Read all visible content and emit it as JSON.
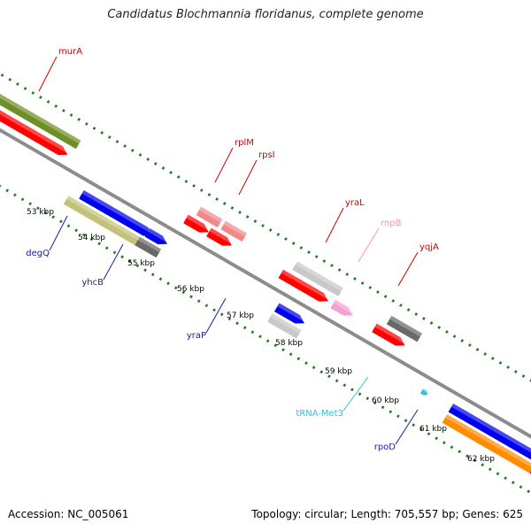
{
  "title": "Candidatus Blochmannia floridanus, complete genome",
  "footer": {
    "accession": "Accession: NC_005061",
    "summary": "Topology: circular; Length: 705,557 bp; Genes: 625"
  },
  "colors": {
    "backbone": "#8c8c8c",
    "tick": "#1e7a1e",
    "tick_label": "#000000"
  },
  "kbp_ticks": [
    {
      "kbp": 53,
      "label": "53 kbp"
    },
    {
      "kbp": 54,
      "label": "54 kbp"
    },
    {
      "kbp": 55,
      "label": "55 kbp"
    },
    {
      "kbp": 56,
      "label": "56 kbp"
    },
    {
      "kbp": 57,
      "label": "57 kbp"
    },
    {
      "kbp": 58,
      "label": "58 kbp"
    },
    {
      "kbp": 59,
      "label": "59 kbp"
    },
    {
      "kbp": 60,
      "label": "60 kbp"
    },
    {
      "kbp": 61,
      "label": "61 kbp"
    },
    {
      "kbp": 62,
      "label": "62 kbp"
    }
  ],
  "gene_labels": [
    {
      "name": "murA",
      "color": "#cc0000"
    },
    {
      "name": "rplM",
      "color": "#cc0000"
    },
    {
      "name": "rpsI",
      "color": "#cc0000"
    },
    {
      "name": "yraL",
      "color": "#cc0000"
    },
    {
      "name": "rnpB",
      "color": "#ff8fb8"
    },
    {
      "name": "yqjA",
      "color": "#cc0000"
    },
    {
      "name": "degQ",
      "color": "#1a1aa6"
    },
    {
      "name": "yhcB",
      "color": "#1a1aa6"
    },
    {
      "name": "yraP",
      "color": "#1a1aa6"
    },
    {
      "name": "tRNA-Met3",
      "color": "#29c4dc"
    },
    {
      "name": "rpoD",
      "color": "#1a1aa6"
    }
  ],
  "features": [
    {
      "color": "#6f8f26"
    },
    {
      "color": "#ff0000"
    },
    {
      "color": "#f08a8a"
    },
    {
      "color": "#f08a8a"
    },
    {
      "color": "#ff0000"
    },
    {
      "color": "#ff0000"
    },
    {
      "color": "#c8c8c8"
    },
    {
      "color": "#ff0000"
    },
    {
      "color": "#f4a0d0"
    },
    {
      "color": "#696969"
    },
    {
      "color": "#ff0000"
    },
    {
      "color": "#0000ee"
    },
    {
      "color": "#c2c27a"
    },
    {
      "color": "#0000ee"
    },
    {
      "color": "#696969"
    },
    {
      "color": "#0000ee"
    },
    {
      "color": "#c8c8c8"
    },
    {
      "color": "#29c4dc"
    },
    {
      "color": "#0000ee"
    },
    {
      "color": "#ff8c00"
    },
    {
      "color": "#0000ee"
    },
    {
      "color": "#ff1493"
    }
  ]
}
